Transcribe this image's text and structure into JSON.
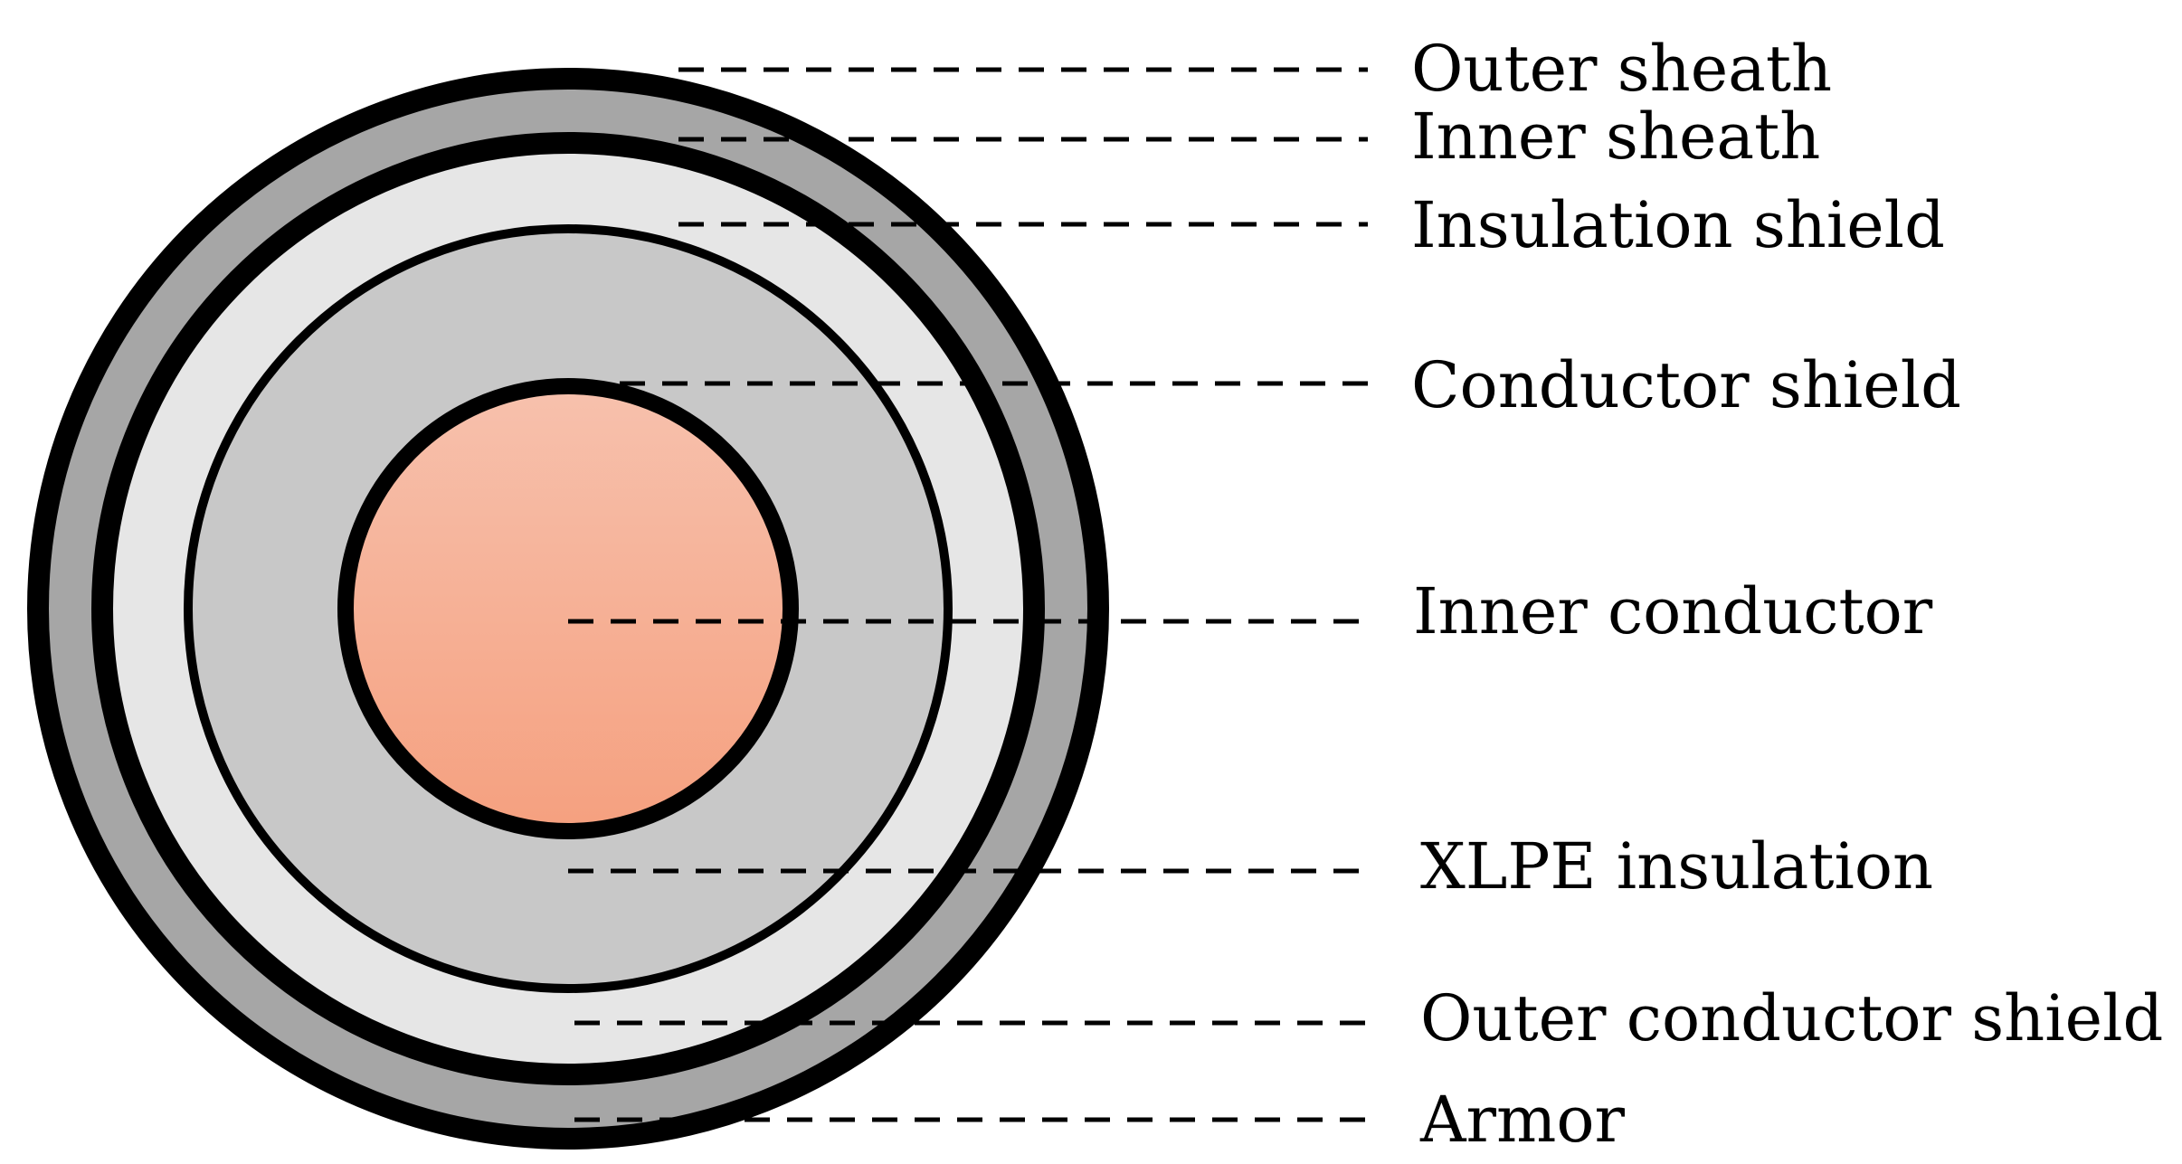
{
  "diagram": {
    "colors": {
      "outer_sheath": "#a6a6a6",
      "insulation_shield": "#e6e6e6",
      "xlpe_insulation": "#c8c8c8",
      "conductor_top": "#f7c1ad",
      "conductor_bottom": "#f5a07f",
      "outline": "#000000"
    },
    "labels": {
      "outer_sheath": "Outer sheath",
      "inner_sheath": "Inner sheath",
      "insulation_shield": "Insulation shield",
      "conductor_shield": "Conductor shield",
      "inner_conductor": "Inner conductor",
      "xlpe_insulation": "XLPE insulation",
      "outer_conductor_shield": "Outer conductor shield",
      "armor": "Armor"
    }
  }
}
